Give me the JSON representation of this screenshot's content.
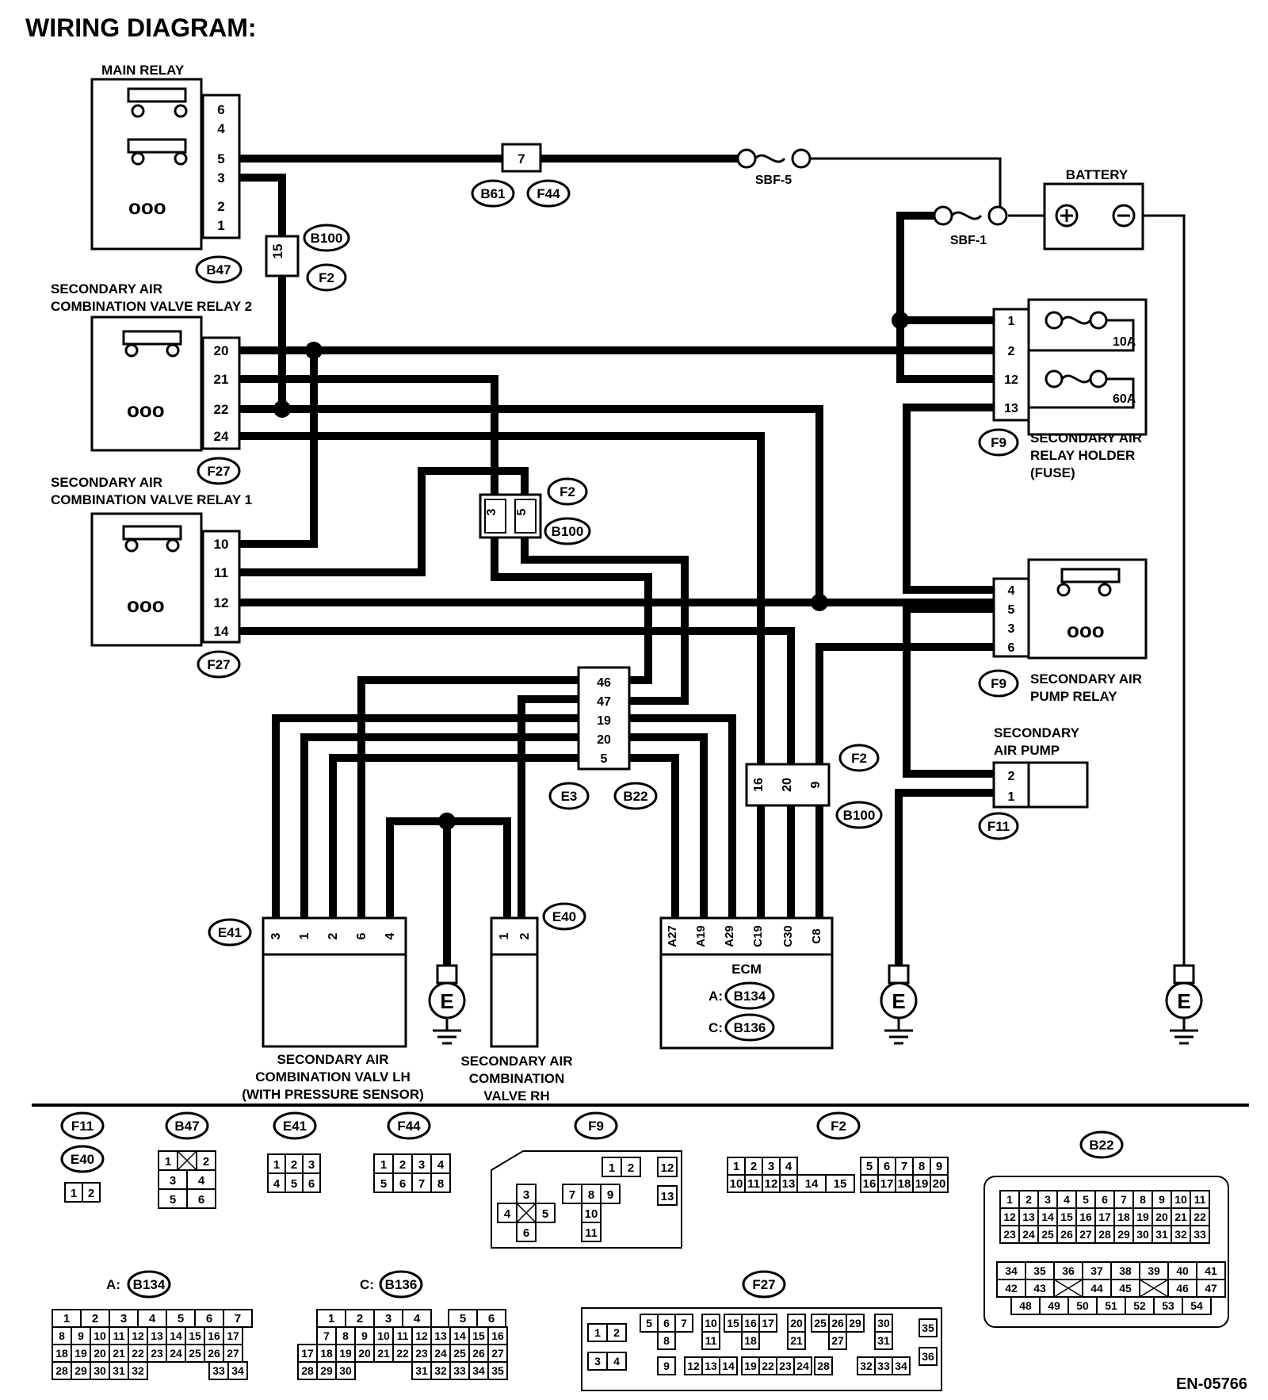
{
  "title": "WIRING DIAGRAM:",
  "figure_id": "EN-05766",
  "components": {
    "main_relay": "MAIN RELAY",
    "sacv_relay2": [
      "SECONDARY AIR",
      "COMBINATION VALVE RELAY 2"
    ],
    "sacv_relay1": [
      "SECONDARY AIR",
      "COMBINATION VALVE RELAY 1"
    ],
    "battery": "BATTERY",
    "fuse_sbf5": "SBF-5",
    "fuse_sbf1": "SBF-1",
    "relay_holder": [
      "SECONDARY AIR",
      "RELAY HOLDER",
      "(FUSE)"
    ],
    "fuse_10a": "10A",
    "fuse_60a": "60A",
    "pump_relay": [
      "SECONDARY AIR",
      "PUMP RELAY"
    ],
    "air_pump": [
      "SECONDARY",
      "AIR PUMP"
    ],
    "valve_lh": [
      "SECONDARY AIR",
      "COMBINATION VALV LH",
      "(WITH PRESSURE SENSOR)"
    ],
    "valve_rh": [
      "SECONDARY AIR",
      "COMBINATION",
      "VALVE RH"
    ],
    "ecm": "ECM",
    "ecm_a_prefix": "A:",
    "ecm_c_prefix": "C:",
    "ground": "E"
  },
  "connectors": {
    "B47": "B47",
    "B100": "B100",
    "F2": "F2",
    "F27": "F27",
    "B61": "B61",
    "F44": "F44",
    "F9": "F9",
    "F11": "F11",
    "E3": "E3",
    "B22": "B22",
    "E41": "E41",
    "E40": "E40",
    "B134": "B134",
    "B136": "B136"
  },
  "pins": {
    "main_relay": [
      "6",
      "4",
      "5",
      "3",
      "2",
      "1"
    ],
    "relay2": [
      "20",
      "21",
      "22",
      "24"
    ],
    "relay1": [
      "10",
      "11",
      "12",
      "14"
    ],
    "holder": [
      "1",
      "2",
      "12",
      "13"
    ],
    "pump_relay": [
      "4",
      "5",
      "3",
      "6"
    ],
    "pump": [
      "2",
      "1"
    ],
    "jc_e3": [
      "46",
      "47",
      "19",
      "20",
      "5"
    ],
    "jc_f2_mid": [
      "3",
      "5"
    ],
    "jc_f2_top": "15",
    "jc_b61": "7",
    "jc_ecm": [
      "16",
      "20",
      "9"
    ],
    "lh": [
      "3",
      "1",
      "2",
      "6",
      "4"
    ],
    "rh": [
      "1",
      "2"
    ],
    "ecm": [
      "A27",
      "A19",
      "A29",
      "C19",
      "C30",
      "C8"
    ]
  },
  "legend": {
    "F11": [
      "1",
      "2"
    ],
    "B47": [
      "1",
      "2",
      "3",
      "4",
      "5",
      "6"
    ],
    "E41": [
      "1",
      "2",
      "3",
      "4",
      "5",
      "6"
    ],
    "F44": [
      "1",
      "2",
      "3",
      "4",
      "5",
      "6",
      "7",
      "8"
    ],
    "F9": [
      "1",
      "2",
      "12",
      "3",
      "7",
      "8",
      "9",
      "13",
      "4",
      "5",
      "10",
      "6",
      "11"
    ],
    "F2": [
      "1",
      "2",
      "3",
      "4",
      "5",
      "6",
      "7",
      "8",
      "9",
      "10",
      "11",
      "12",
      "13",
      "14",
      "15",
      "16",
      "17",
      "18",
      "19",
      "20"
    ],
    "B22_rows": [
      [
        "1",
        "2",
        "3",
        "4",
        "5",
        "6",
        "7",
        "8",
        "9",
        "10",
        "11"
      ],
      [
        "12",
        "13",
        "14",
        "15",
        "16",
        "17",
        "18",
        "19",
        "20",
        "21",
        "22"
      ],
      [
        "23",
        "24",
        "25",
        "26",
        "27",
        "28",
        "29",
        "30",
        "31",
        "32",
        "33"
      ],
      [
        "34",
        "35",
        "36",
        "37",
        "38",
        "39",
        "40",
        "41"
      ],
      [
        "42",
        "43",
        "",
        "44",
        "45",
        "",
        "46",
        "47"
      ],
      [
        "48",
        "49",
        "50",
        "51",
        "52",
        "53",
        "54"
      ]
    ],
    "B134_rows": [
      [
        "1",
        "2",
        "3",
        "4",
        "5",
        "6",
        "7"
      ],
      [
        "8",
        "9",
        "10",
        "11",
        "12",
        "13",
        "14",
        "15",
        "16",
        "17"
      ],
      [
        "18",
        "19",
        "20",
        "21",
        "22",
        "23",
        "24",
        "25",
        "26",
        "27"
      ],
      [
        "28",
        "29",
        "30",
        "31",
        "32",
        "33",
        "34"
      ]
    ],
    "B136_rows": [
      [
        "1",
        "2",
        "3",
        "4",
        "5",
        "6"
      ],
      [
        "7",
        "8",
        "9",
        "10",
        "11",
        "12",
        "13",
        "14",
        "15",
        "16"
      ],
      [
        "17",
        "18",
        "19",
        "20",
        "21",
        "22",
        "23",
        "24",
        "25",
        "26",
        "27"
      ],
      [
        "28",
        "29",
        "30",
        "31",
        "32",
        "33",
        "34",
        "35"
      ]
    ],
    "F27": [
      "1",
      "2",
      "3",
      "4",
      "5",
      "6",
      "7",
      "8",
      "9",
      "10",
      "11",
      "12",
      "13",
      "14",
      "15",
      "16",
      "17",
      "18",
      "19",
      "20",
      "21",
      "22",
      "23",
      "24",
      "25",
      "26",
      "27",
      "28",
      "29",
      "30",
      "31",
      "32",
      "33",
      "34",
      "35",
      "36"
    ]
  }
}
